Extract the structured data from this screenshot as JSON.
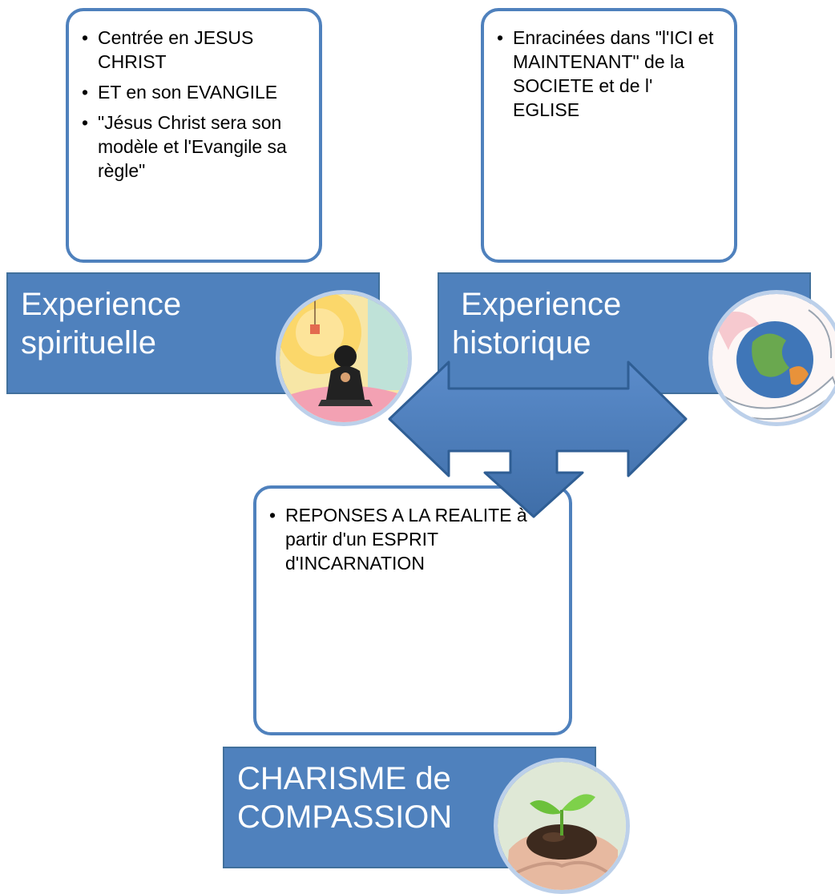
{
  "spiritual": {
    "bullets": [
      "Centrée en JESUS CHRIST",
      "ET en son EVANGILE",
      "\"Jésus Christ sera son modèle et l'Evangile  sa règle\""
    ],
    "title_lines": [
      "Experience",
      "spirituelle"
    ],
    "image_icon": "praying-child-image"
  },
  "historical": {
    "bullets": [
      "Enracinées dans  \"l'ICI et MAINTENANT\" de la SOCIETE et de l' EGLISE"
    ],
    "title_lines": [
      " Experience",
      "historique"
    ],
    "image_icon": "earth-in-hands-image"
  },
  "charism": {
    "bullets": [
      "REPONSES A LA REALITE à partir d'un ESPRIT d'INCARNATION"
    ],
    "title_lines": [
      "CHARISME de",
      "COMPASSION"
    ],
    "image_icon": "seedling-in-hands-image"
  },
  "colors": {
    "accent": "#4f81bd",
    "accent_dark": "#41709c",
    "frame": "#bcd0ea"
  }
}
